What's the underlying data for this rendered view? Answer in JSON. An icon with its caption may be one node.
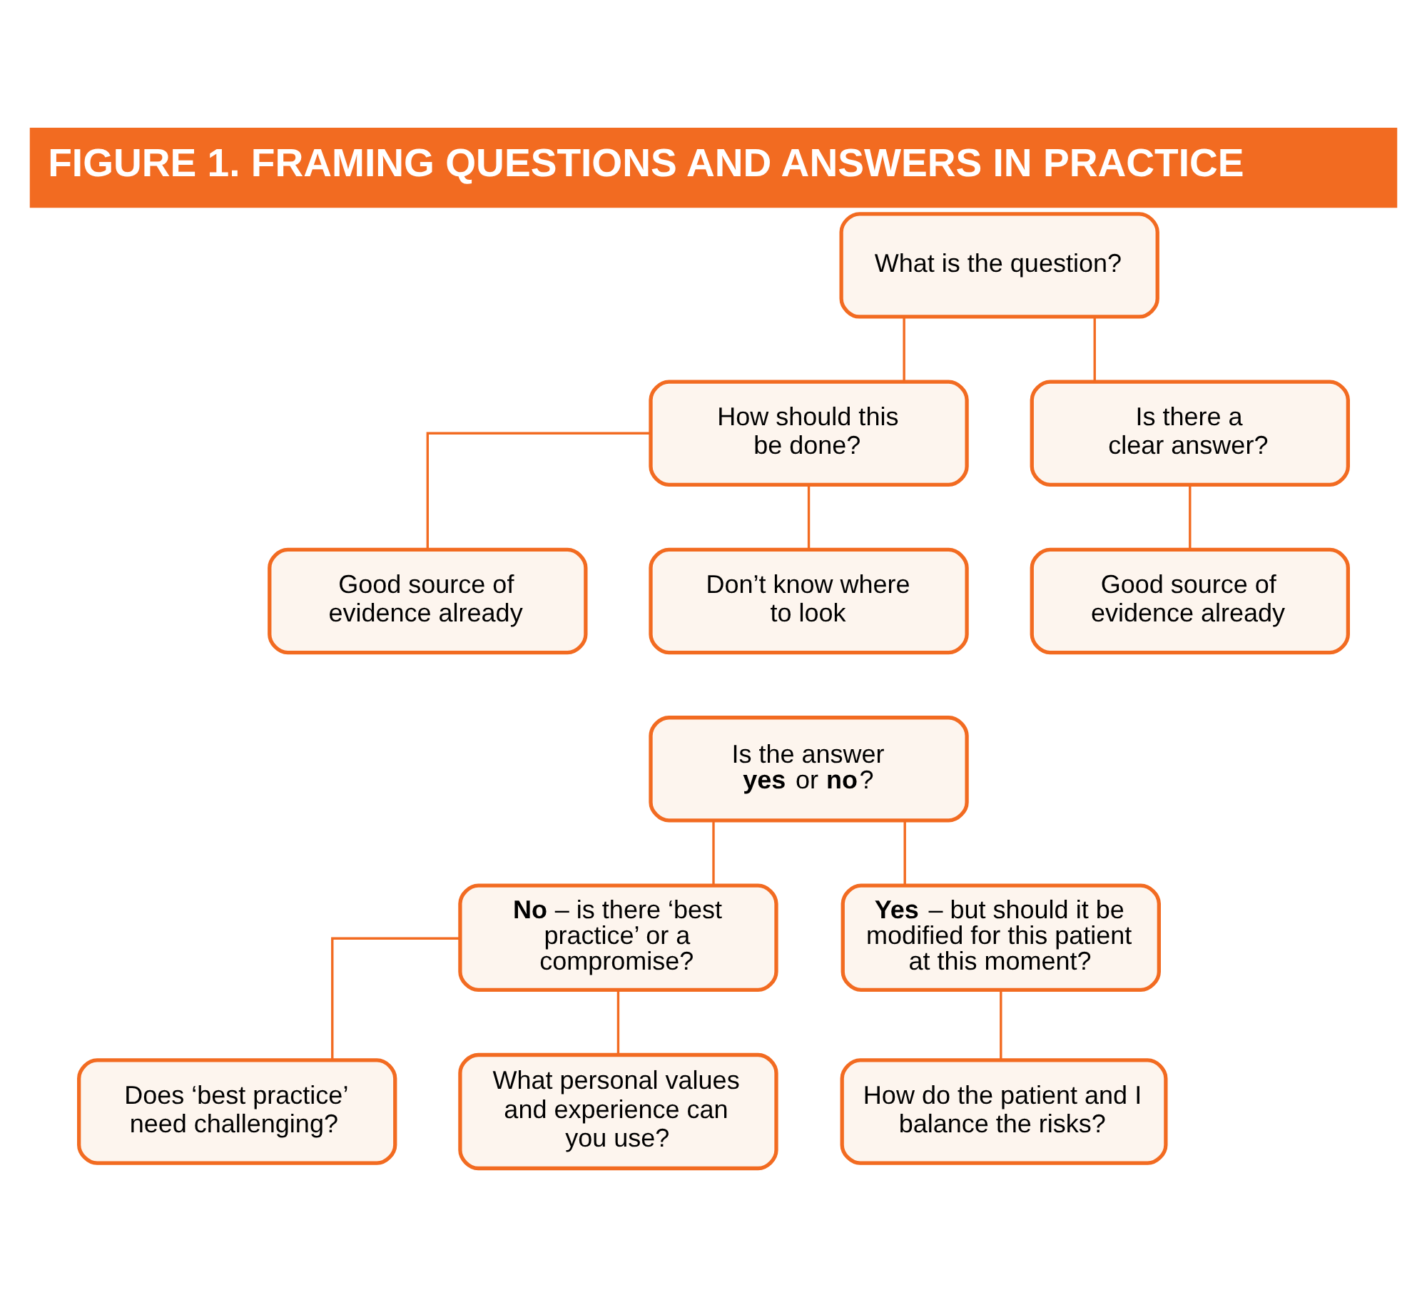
{
  "diagram": {
    "title": "FIGURE 1. FRAMING QUESTIONS AND ANSWERS IN PRACTICE",
    "nodes": [
      {
        "text": [
          "What is the question?"
        ]
      },
      {
        "text": [
          "How should this be done?"
        ]
      },
      {
        "text": [
          "Is there a clear answer?"
        ]
      },
      {
        "text": [
          "Good source of evidence already"
        ]
      },
      {
        "text": [
          "Don’t know where to look"
        ]
      },
      {
        "text": [
          "Good source of evidence already"
        ]
      },
      {
        "text": [
          "Is the answer **yes** or **no**?"
        ]
      },
      {
        "text": [
          "**No** – is there ‘best practice’ or a compromise?"
        ]
      },
      {
        "text": [
          "**Yes** – but should it be modified for this patient at this moment?"
        ]
      },
      {
        "text": [
          "Does ‘best practice’ need challenging?"
        ]
      },
      {
        "text": [
          "What personal values and experience can you use?"
        ]
      },
      {
        "text": [
          "How do the patient and I balance the risks?"
        ]
      }
    ],
    "edges": [
      {
        "from": 0,
        "to": 1,
        "arrow": "none"
      },
      {
        "from": 0,
        "to": 2,
        "arrow": "none"
      },
      {
        "from": 1,
        "to": 3,
        "arrow": "none"
      },
      {
        "from": 1,
        "to": 4,
        "arrow": "none"
      },
      {
        "from": 2,
        "to": 5,
        "arrow": "none"
      },
      {
        "from": 6,
        "to": 7,
        "arrow": "none"
      },
      {
        "from": 6,
        "to": 8,
        "arrow": "none"
      },
      {
        "from": 7,
        "to": 9,
        "arrow": "none"
      },
      {
        "from": 7,
        "to": 10,
        "arrow": "none"
      },
      {
        "from": 8,
        "to": 11,
        "arrow": "none"
      }
    ]
  }
}
